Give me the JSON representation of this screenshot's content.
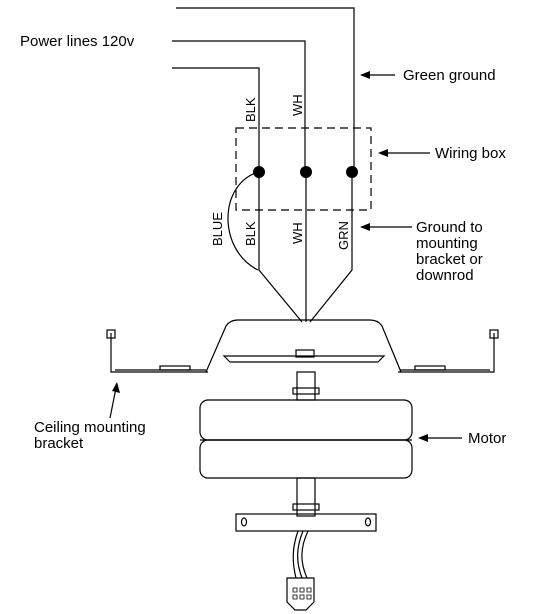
{
  "labels": {
    "power_lines": "Power lines 120v",
    "green_ground": "Green ground",
    "wiring_box": "Wiring box",
    "ground_to_bracket": [
      "Ground to",
      "mounting",
      "bracket or",
      "downrod"
    ],
    "ceiling_bracket": [
      "Ceiling mounting",
      "bracket"
    ],
    "motor": "Motor"
  },
  "wire_labels": {
    "top": [
      "BLK",
      "WH"
    ],
    "bottom": [
      "BLUE",
      "BLK",
      "WH",
      "GRN"
    ]
  },
  "colors": {
    "line": "#000000",
    "background": "#ffffff"
  }
}
